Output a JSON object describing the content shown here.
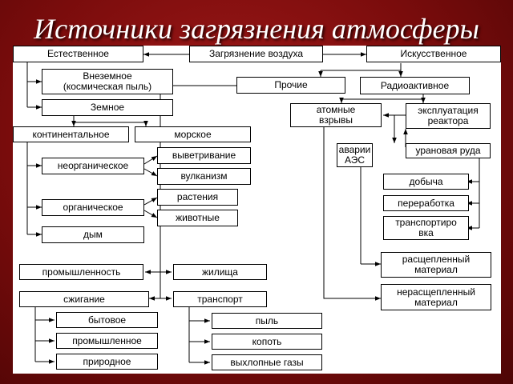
{
  "title": "Источники загрязнения атмосферы",
  "nodes": {
    "air_pollution": "Загрязнение воздуха",
    "natural": "Естественное",
    "artificial": "Искусственное",
    "extraterrestrial": "Внеземное\n(космическая пыль)",
    "terrestrial": "Земное",
    "continental": "континентальное",
    "marine": "морское",
    "inorganic": "неорганическое",
    "weathering": "выветривание",
    "volcanism": "вулканизм",
    "organic": "органическое",
    "plants": "растения",
    "animals": "животные",
    "smoke": "дым",
    "other": "Прочие",
    "radioactive": "Радиоактивное",
    "atomic_explosions": "атомные\nвзрывы",
    "reactor_operation": "эксплуатация\nреактора",
    "npp_accidents": "аварии\nАЭС",
    "uranium_ore": "урановая руда",
    "mining": "добыча",
    "processing": "переработка",
    "transportation": "транспортиро\nвка",
    "fissioned_material": "расщепленный\nматериал",
    "unfissioned_material": "нерасщепленный\nматериал",
    "industry": "промышленность",
    "dwellings": "жилища",
    "combustion": "сжигание",
    "transport": "транспорт",
    "household": "бытовое",
    "industrial": "промышленное",
    "natural_combustion": "природное",
    "dust": "пыль",
    "soot": "копоть",
    "exhaust_gases": "выхлопные газы"
  }
}
